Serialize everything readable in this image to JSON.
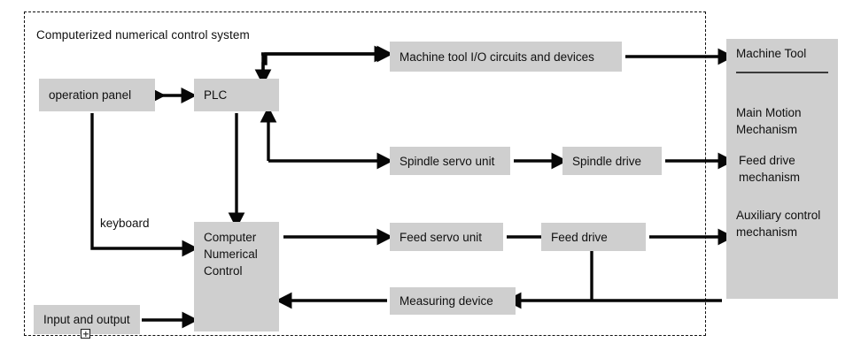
{
  "diagram": {
    "type": "block-diagram",
    "title": "Computerized numerical control system",
    "boundary_label": "Computerized numerical control system",
    "colors": {
      "node_fill": "#cfcfcf",
      "stroke": "#111111",
      "text": "#101010",
      "background": "#ffffff"
    },
    "nodes": [
      {
        "id": "operation-panel",
        "label": "operation panel"
      },
      {
        "id": "plc",
        "label": "PLC"
      },
      {
        "id": "machine-tool-io",
        "label": "Machine tool I/O circuits and devices"
      },
      {
        "id": "spindle-servo-unit",
        "label": "Spindle servo unit"
      },
      {
        "id": "spindle-drive",
        "label": "Spindle drive"
      },
      {
        "id": "cnc",
        "label": "Computer\nNumerical\nControl"
      },
      {
        "id": "feed-servo-unit",
        "label": "Feed servo unit"
      },
      {
        "id": "feed-drive",
        "label": "Feed drive"
      },
      {
        "id": "measuring-device",
        "label": "Measuring device"
      },
      {
        "id": "input-and-output",
        "label": "Input and output"
      }
    ],
    "cnc_lines": [
      "Computer",
      "Numerical",
      "Control"
    ],
    "machine_tool": {
      "title": "Machine Tool",
      "items": [
        "Main Motion Mechanism",
        "Feed drive mechanism",
        "Auxiliary control mechanism"
      ],
      "item_lines": [
        [
          "Main Motion",
          "Mechanism"
        ],
        [
          "Feed drive",
          "mechanism"
        ],
        [
          "Auxiliary control",
          "mechanism"
        ]
      ]
    },
    "edge_labels": [
      {
        "id": "keyboard",
        "label": "keyboard"
      }
    ],
    "edges": [
      {
        "from": "operation-panel",
        "to": "plc",
        "kind": "bidirectional"
      },
      {
        "from": "plc",
        "to": "machine-tool-io",
        "kind": "directed"
      },
      {
        "from": "machine-tool-io",
        "to": "machine-tool",
        "kind": "directed"
      },
      {
        "from": "spindle-servo-unit",
        "to": "plc",
        "kind": "directed"
      },
      {
        "from": "plc",
        "to": "spindle-servo-unit",
        "kind": "directed"
      },
      {
        "from": "spindle-servo-unit",
        "to": "spindle-drive",
        "kind": "directed"
      },
      {
        "from": "spindle-drive",
        "to": "machine-tool",
        "kind": "directed"
      },
      {
        "from": "plc",
        "to": "cnc",
        "kind": "directed"
      },
      {
        "from": "operation-panel",
        "to": "cnc",
        "kind": "directed",
        "label": "keyboard"
      },
      {
        "from": "cnc",
        "to": "feed-servo-unit",
        "kind": "directed"
      },
      {
        "from": "feed-servo-unit",
        "to": "feed-drive",
        "kind": "directed"
      },
      {
        "from": "feed-drive",
        "to": "machine-tool",
        "kind": "directed"
      },
      {
        "from": "machine-tool",
        "to": "measuring-device",
        "kind": "directed"
      },
      {
        "from": "measuring-device",
        "to": "cnc",
        "kind": "directed"
      },
      {
        "from": "input-and-output",
        "to": "cnc",
        "kind": "directed"
      }
    ],
    "handle": {
      "id": "resize-handle",
      "glyph": "+"
    }
  }
}
